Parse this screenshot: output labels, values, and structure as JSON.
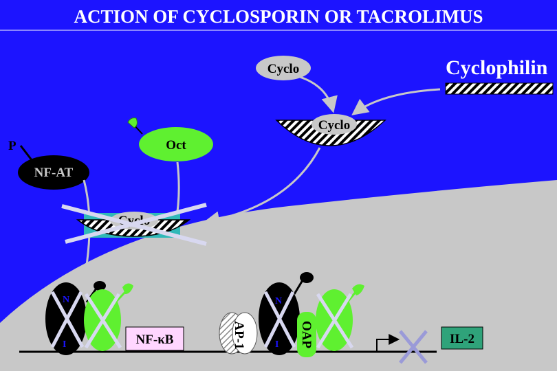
{
  "title": "ACTION OF CYCLOSPORIN OR TACROLIMUS",
  "labels": {
    "cyclo_free": "Cyclo",
    "cyclophilin": "Cyclophilin",
    "cyclo_bound_top": "Cyclo",
    "p": "P",
    "oct": "Oct",
    "nfat": "NF-AT",
    "cyclo_complex": "Cyclo",
    "nfkb": "NF-κB",
    "ap1": "AP-1",
    "oap": "OAP",
    "il2": "IL-2"
  },
  "colors": {
    "background": "#1c14ff",
    "cell_region": "#c8c8c8",
    "green": "#5ff030",
    "nfkb_box": "#ffd6ff",
    "il2_box": "#2fa37a",
    "cross": "#d8d8f0",
    "calcineurin": "#2fb8b8"
  }
}
